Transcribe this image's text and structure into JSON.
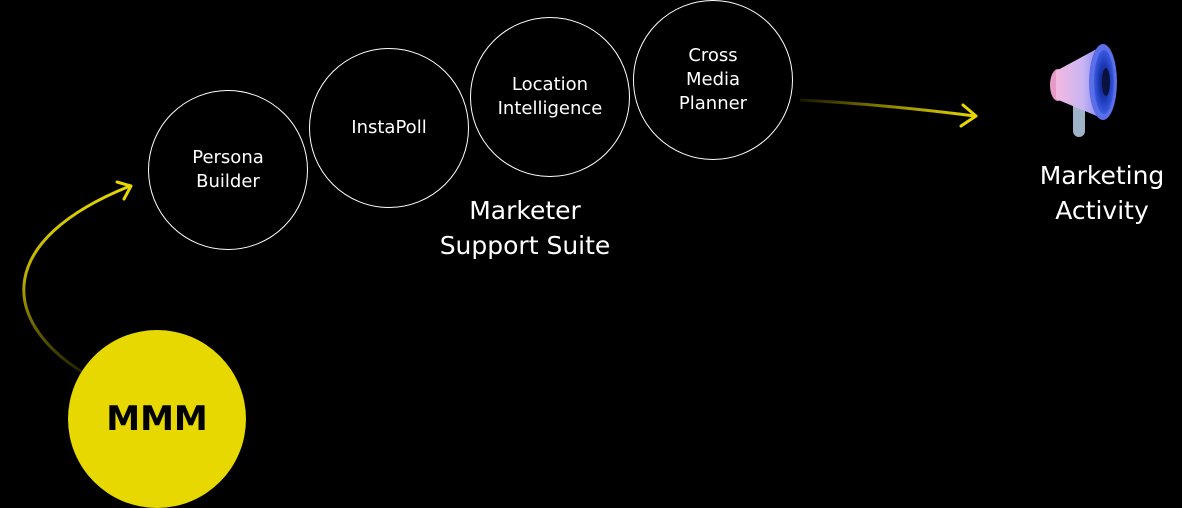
{
  "diagram": {
    "suite_tools": [
      {
        "label": "Persona\nBuilder"
      },
      {
        "label": "InstaPoll"
      },
      {
        "label": "Location\nIntelligence"
      },
      {
        "label": "Cross\nMedia\nPlanner"
      }
    ],
    "suite_label": "Marketer\nSupport Suite",
    "source_label": "MMM",
    "destination_label": "Marketing\nActivity",
    "destination_icon": "megaphone-icon",
    "colors": {
      "background": "#000000",
      "accent": "#e6d800",
      "text": "#ffffff"
    }
  }
}
